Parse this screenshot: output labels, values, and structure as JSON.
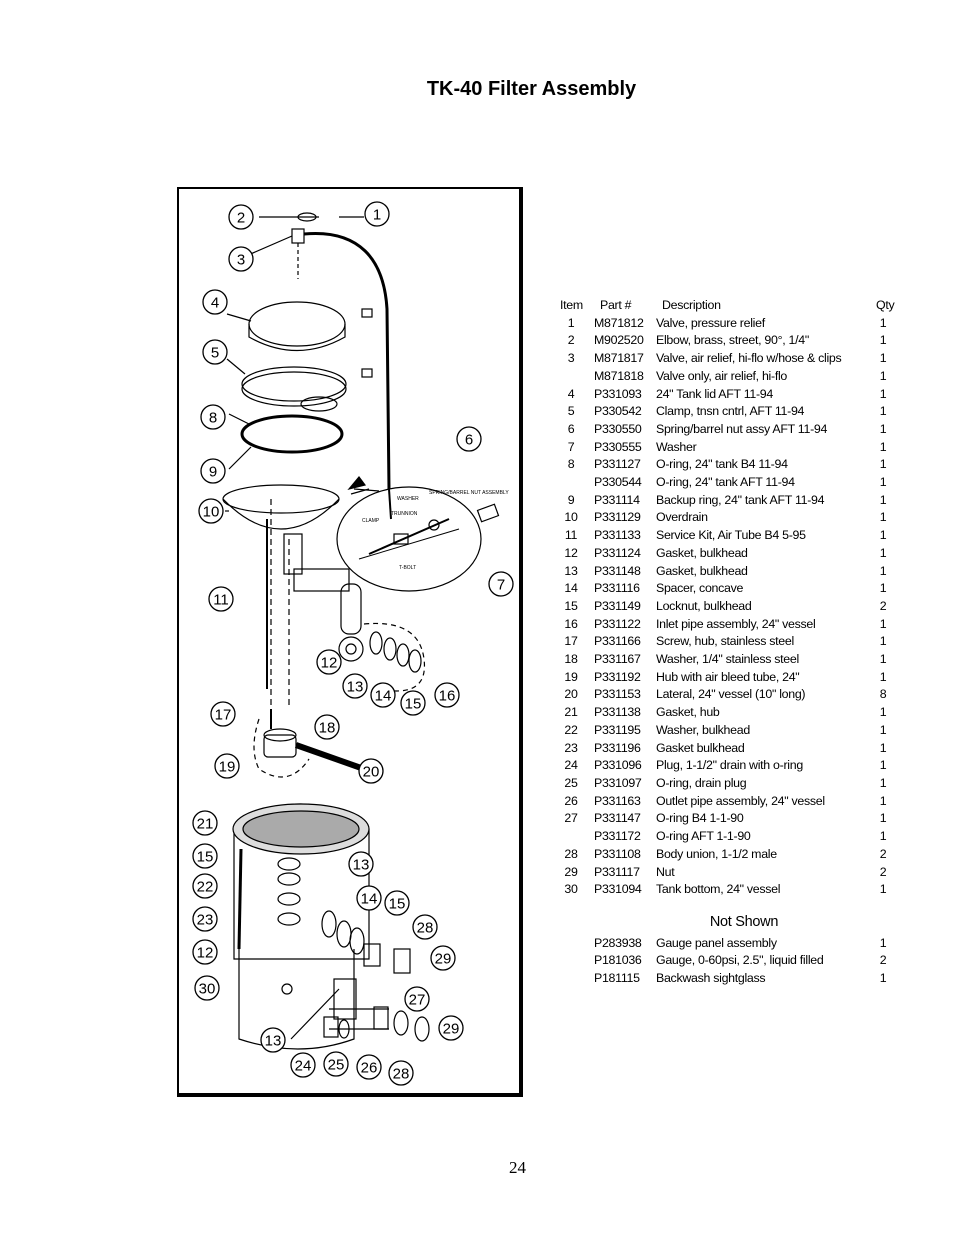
{
  "page": {
    "title": "TK-40 Filter Assembly",
    "page_number": "24"
  },
  "diagram": {
    "callouts": [
      "1",
      "2",
      "3",
      "4",
      "5",
      "8",
      "9",
      "6",
      "10",
      "7",
      "11",
      "12",
      "13",
      "14",
      "15",
      "16",
      "17",
      "18",
      "19",
      "20",
      "21",
      "15",
      "22",
      "23",
      "12",
      "30",
      "13",
      "14",
      "15",
      "28",
      "29",
      "27",
      "29",
      "13",
      "24",
      "25",
      "26",
      "28"
    ],
    "inset_labels": [
      "SPRING/BARREL NUT ASSEMBLY",
      "WASHER",
      "TRUNNION",
      "CLAMP",
      "T-BOLT"
    ]
  },
  "parts_table": {
    "headers": {
      "item": "Item",
      "part": "Part #",
      "description": "Description",
      "qty": "Qty"
    },
    "rows": [
      {
        "item": "1",
        "part": "M871812",
        "description": "Valve, pressure relief",
        "qty": "1"
      },
      {
        "item": "2",
        "part": "M902520",
        "description": "Elbow, brass, street, 90°, 1/4\"",
        "qty": "1"
      },
      {
        "item": "3",
        "part": "M871817",
        "description": "Valve, air relief, hi-flo w/hose & clips",
        "qty": "1"
      },
      {
        "item": "",
        "part": "M871818",
        "description": "Valve only, air relief, hi-flo",
        "qty": "1"
      },
      {
        "item": "4",
        "part": "P331093",
        "description": "24\" Tank lid AFT 11-94",
        "qty": "1"
      },
      {
        "item": "5",
        "part": "P330542",
        "description": "Clamp, tnsn cntrl, AFT 11-94",
        "qty": "1"
      },
      {
        "item": "6",
        "part": "P330550",
        "description": "Spring/barrel nut assy AFT 11-94",
        "qty": "1"
      },
      {
        "item": "7",
        "part": "P330555",
        "description": "Washer",
        "qty": "1"
      },
      {
        "item": "8",
        "part": "P331127",
        "description": "O-ring, 24\" tank B4 11-94",
        "qty": "1"
      },
      {
        "item": "",
        "part": "P330544",
        "description": "O-ring, 24\" tank AFT 11-94",
        "qty": "1"
      },
      {
        "item": "9",
        "part": "P331114",
        "description": "Backup ring, 24\" tank AFT 11-94",
        "qty": "1"
      },
      {
        "item": "10",
        "part": "P331129",
        "description": "Overdrain",
        "qty": "1"
      },
      {
        "item": "11",
        "part": "P331133",
        "description": "Service Kit, Air Tube B4 5-95",
        "qty": "1"
      },
      {
        "item": "12",
        "part": "P331124",
        "description": "Gasket, bulkhead",
        "qty": "1"
      },
      {
        "item": "13",
        "part": "P331148",
        "description": "Gasket, bulkhead",
        "qty": "1"
      },
      {
        "item": "14",
        "part": "P331116",
        "description": "Spacer, concave",
        "qty": "1"
      },
      {
        "item": "15",
        "part": "P331149",
        "description": "Locknut, bulkhead",
        "qty": "2"
      },
      {
        "item": "16",
        "part": "P331122",
        "description": "Inlet pipe assembly, 24\" vessel",
        "qty": "1"
      },
      {
        "item": "17",
        "part": "P331166",
        "description": "Screw, hub, stainless steel",
        "qty": "1"
      },
      {
        "item": "18",
        "part": "P331167",
        "description": "Washer, 1/4\" stainless steel",
        "qty": "1"
      },
      {
        "item": "19",
        "part": "P331192",
        "description": "Hub with air bleed tube, 24\"",
        "qty": "1"
      },
      {
        "item": "20",
        "part": "P331153",
        "description": "Lateral, 24\" vessel (10\" long)",
        "qty": "8"
      },
      {
        "item": "21",
        "part": "P331138",
        "description": "Gasket, hub",
        "qty": "1"
      },
      {
        "item": "22",
        "part": "P331195",
        "description": "Washer, bulkhead",
        "qty": "1"
      },
      {
        "item": "23",
        "part": "P331196",
        "description": "Gasket bulkhead",
        "qty": "1"
      },
      {
        "item": "24",
        "part": "P331096",
        "description": "Plug, 1-1/2\" drain with o-ring",
        "qty": "1"
      },
      {
        "item": "25",
        "part": "P331097",
        "description": "O-ring, drain plug",
        "qty": "1"
      },
      {
        "item": "26",
        "part": "P331163",
        "description": "Outlet pipe assembly, 24\" vessel",
        "qty": "1"
      },
      {
        "item": "27",
        "part": "P331147",
        "description": "O-ring B4 1-1-90",
        "qty": "1"
      },
      {
        "item": "",
        "part": "P331172",
        "description": "O-ring AFT 1-1-90",
        "qty": "1"
      },
      {
        "item": "28",
        "part": "P331108",
        "description": "Body union, 1-1/2 male",
        "qty": "2"
      },
      {
        "item": "29",
        "part": "P331117",
        "description": "Nut",
        "qty": "2"
      },
      {
        "item": "30",
        "part": "P331094",
        "description": "Tank bottom, 24\" vessel",
        "qty": "1"
      }
    ],
    "not_shown_title": "Not Shown",
    "not_shown_rows": [
      {
        "item": "",
        "part": "P283938",
        "description": "Gauge panel assembly",
        "qty": "1"
      },
      {
        "item": "",
        "part": "P181036",
        "description": "Gauge, 0-60psi, 2.5\", liquid filled",
        "qty": "2"
      },
      {
        "item": "",
        "part": "P181115",
        "description": "Backwash sightglass",
        "qty": "1"
      }
    ]
  }
}
